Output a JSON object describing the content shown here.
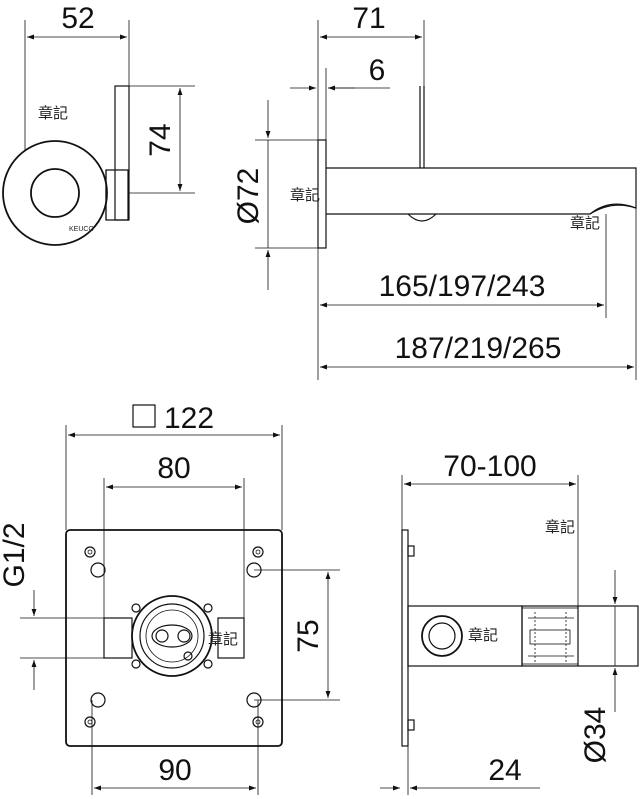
{
  "dimensions": {
    "top_left_width": "52",
    "top_left_height": "74",
    "spout_projection": "71",
    "plate_thickness": "6",
    "rosette_diameter": "Ø72",
    "spout_length": "165/197/243",
    "overall_length": "187/219/265",
    "plate_square": "122",
    "hole_spacing_top": "80",
    "thread": "G1/2",
    "hole_spacing_vertical": "75",
    "hole_spacing_bottom": "90",
    "installation_depth": "70-100",
    "sleeve_diameter": "Ø34",
    "sleeve_offset": "24"
  },
  "logo": "KEUCO",
  "watermark": "章記"
}
